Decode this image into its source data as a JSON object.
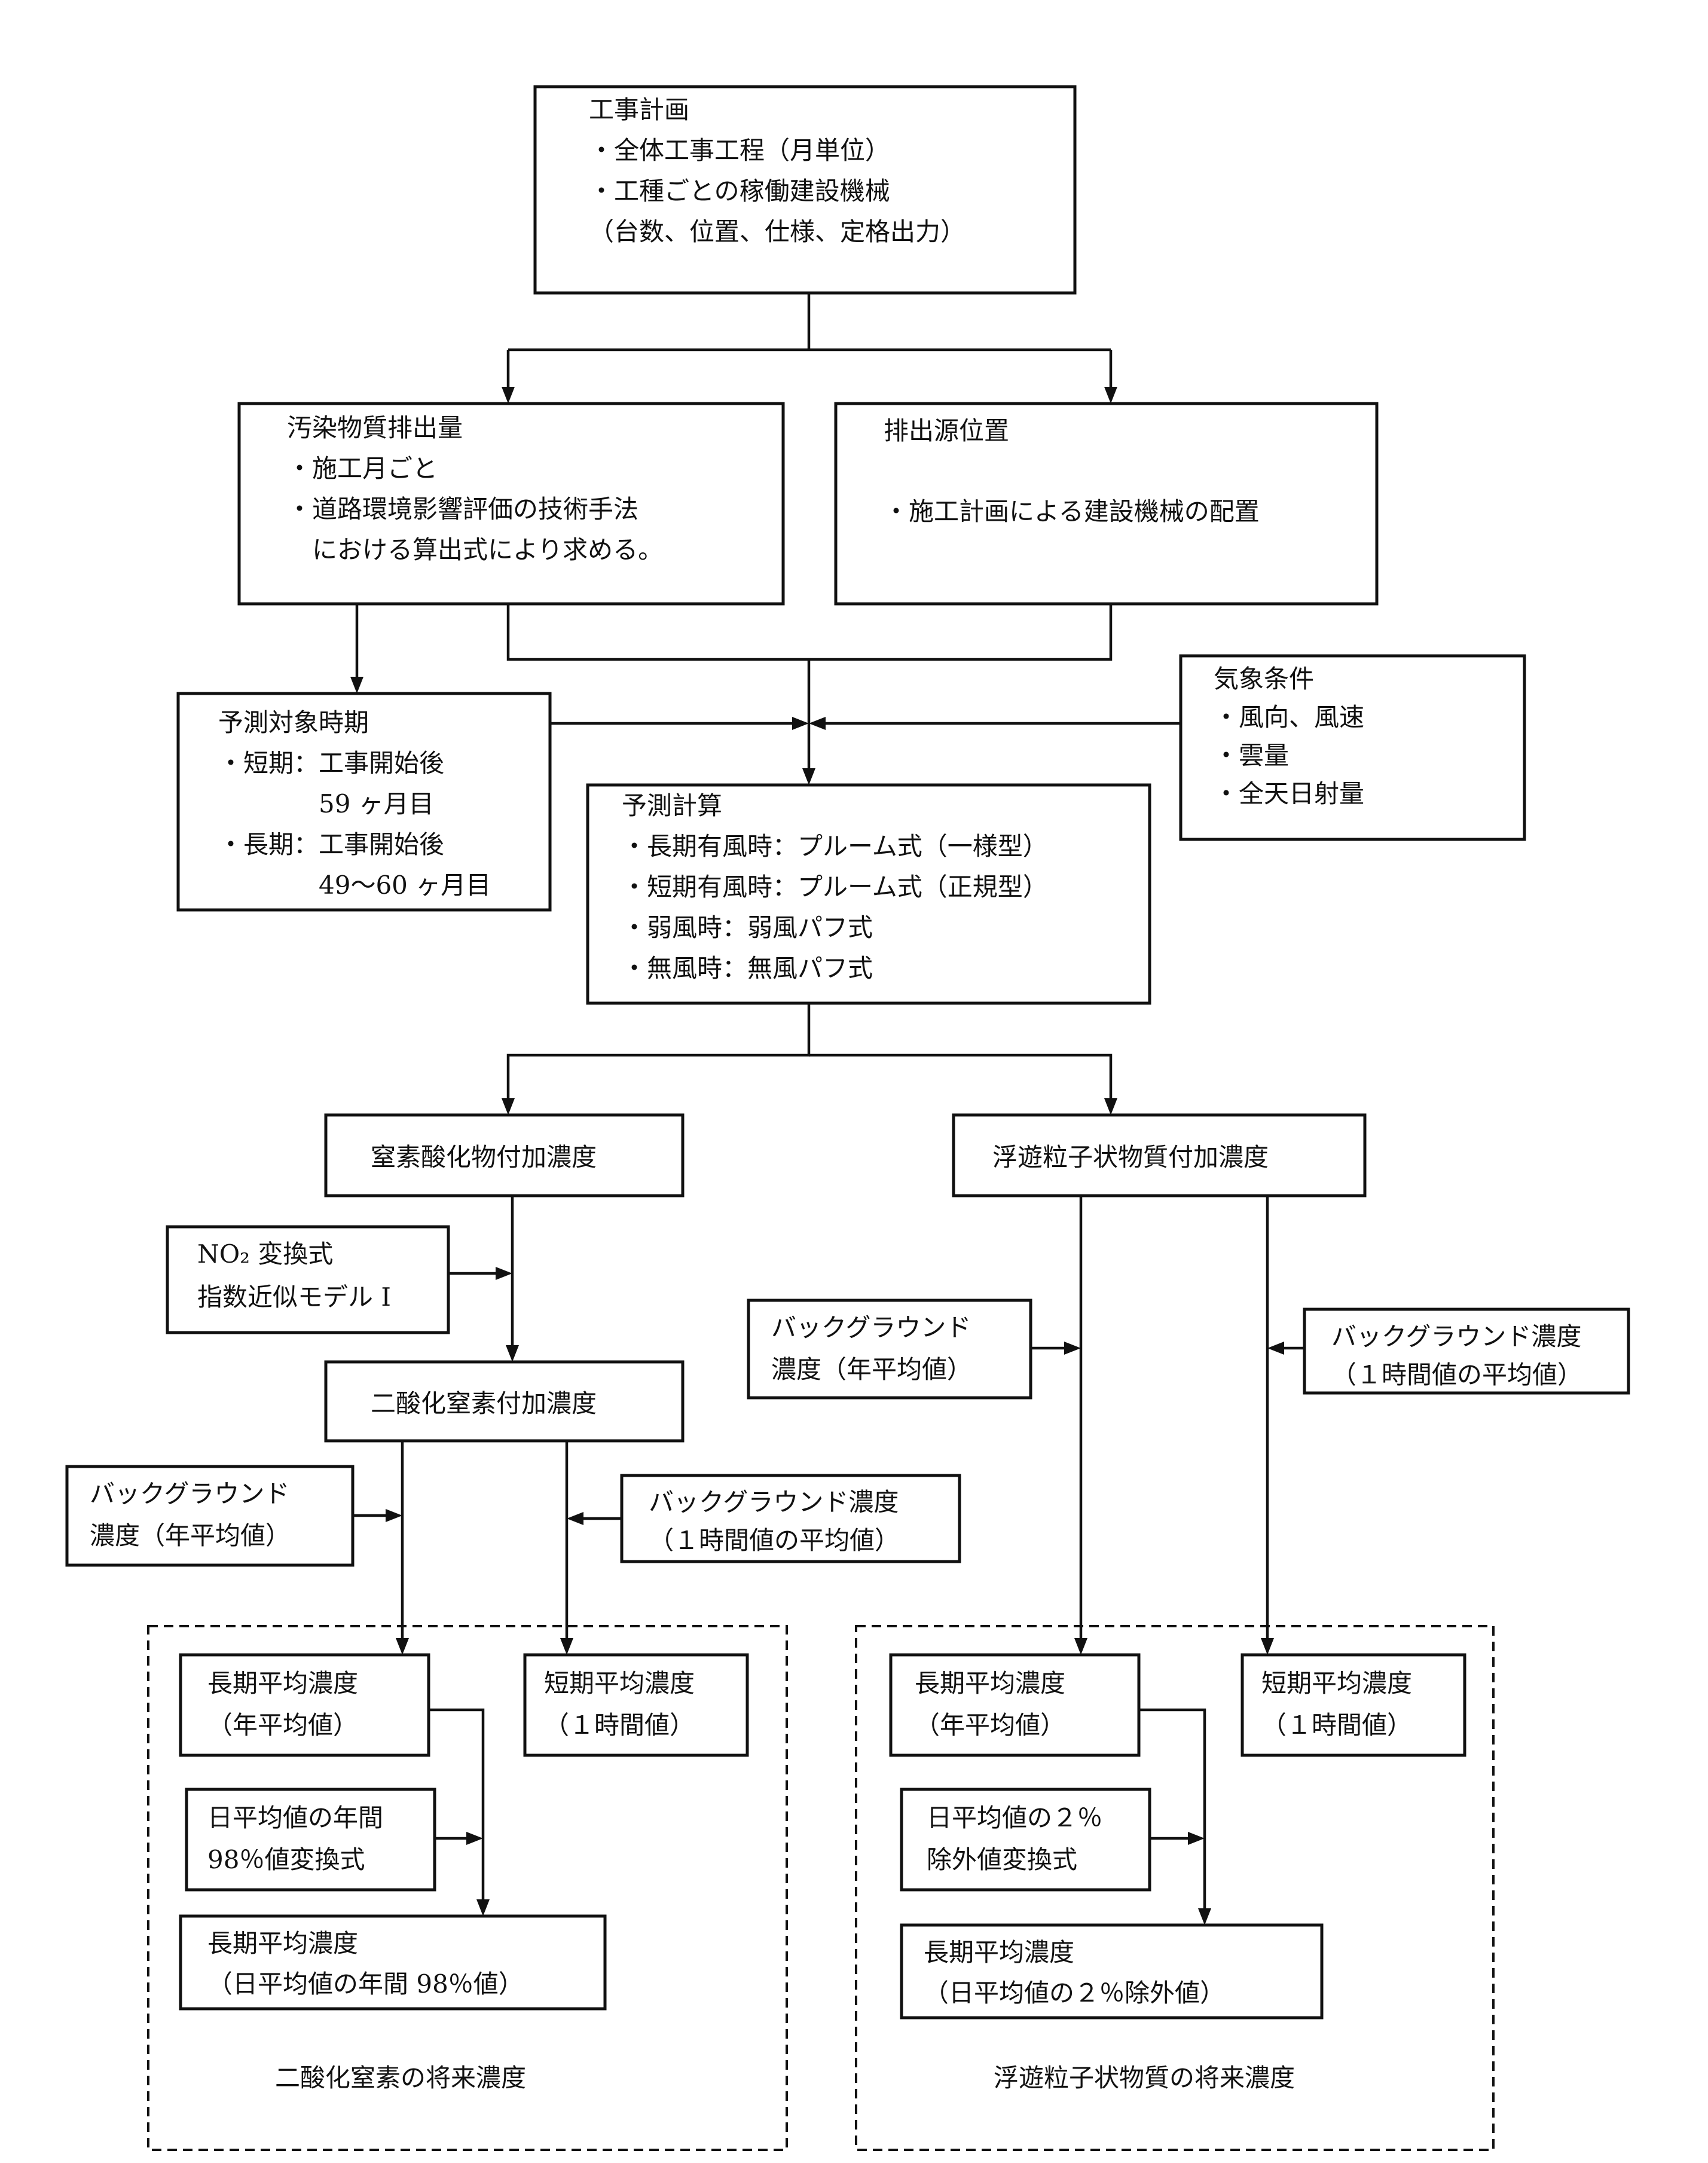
{
  "nodes": {
    "construction_plan": {
      "lines": [
        "工事計画",
        "・全体工事工程（月単位）",
        "・工種ごとの稼働建設機械",
        "（台数、位置、仕様、定格出力）"
      ]
    },
    "pollutant_emission": {
      "lines": [
        "汚染物質排出量",
        "・施工月ごと",
        "・道路環境影響評価の技術手法",
        "　における算出式により求める。"
      ]
    },
    "source_location": {
      "lines": [
        "排出源位置",
        "・施工計画による建設機械の配置"
      ]
    },
    "prediction_period": {
      "lines": [
        "予測対象時期",
        "・短期：工事開始後",
        "　　　　59 ヶ月目",
        "・長期：工事開始後",
        "　　　　49〜60 ヶ月目"
      ]
    },
    "weather": {
      "lines": [
        "気象条件",
        "・風向、風速",
        "・雲量",
        "・全天日射量"
      ]
    },
    "calculation": {
      "lines": [
        "予測計算",
        "・長期有風時：プルーム式（一様型）",
        "・短期有風時：プルーム式（正規型）",
        "・弱風時：弱風パフ式",
        "・無風時：無風パフ式"
      ]
    },
    "nox_added": {
      "lines": [
        "窒素酸化物付加濃度"
      ]
    },
    "spm_added": {
      "lines": [
        "浮遊粒子状物質付加濃度"
      ]
    },
    "no2_conversion": {
      "lines": [
        "NO₂ 変換式",
        "指数近似モデル I"
      ]
    },
    "no2_added": {
      "lines": [
        "二酸化窒素付加濃度"
      ]
    },
    "bg_annual_no2": {
      "lines": [
        "バックグラウンド",
        "濃度（年平均値）"
      ]
    },
    "bg_hourly_no2": {
      "lines": [
        "バックグラウンド濃度",
        "（１時間値の平均値）"
      ]
    },
    "bg_annual_spm": {
      "lines": [
        "バックグラウンド",
        "濃度（年平均値）"
      ]
    },
    "bg_hourly_spm": {
      "lines": [
        "バックグラウンド濃度",
        "（１時間値の平均値）"
      ]
    },
    "no2_long_avg": {
      "lines": [
        "長期平均濃度",
        "（年平均値）"
      ]
    },
    "no2_short_avg": {
      "lines": [
        "短期平均濃度",
        "（１時間値）"
      ]
    },
    "no2_98_conversion": {
      "lines": [
        "日平均値の年間",
        "98％値変換式"
      ]
    },
    "no2_long_98": {
      "lines": [
        "長期平均濃度",
        "（日平均値の年間 98％値）"
      ]
    },
    "spm_long_avg": {
      "lines": [
        "長期平均濃度",
        "（年平均値）"
      ]
    },
    "spm_short_avg": {
      "lines": [
        "短期平均濃度",
        "（１時間値）"
      ]
    },
    "spm_2pct_conversion": {
      "lines": [
        "日平均値の２％",
        "除外値変換式"
      ]
    },
    "spm_long_2pct": {
      "lines": [
        "長期平均濃度",
        "（日平均値の２％除外値）"
      ]
    }
  },
  "groups": {
    "no2_future": {
      "label": "二酸化窒素の将来濃度"
    },
    "spm_future": {
      "label": "浮遊粒子状物質の将来濃度"
    }
  }
}
